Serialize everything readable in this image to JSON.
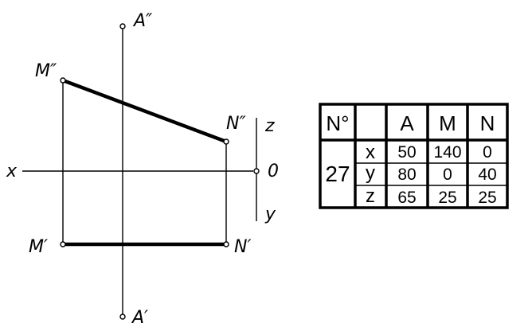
{
  "drawing": {
    "labels": {
      "a_front": "A″",
      "a_top": "A′",
      "m_front": "M″",
      "m_top": "M′",
      "n_front": "N″",
      "n_top": "N′",
      "x_axis": "x",
      "z_axis": "z",
      "y_axis": "y",
      "origin": "0"
    }
  },
  "table": {
    "header": [
      "N°",
      "",
      "A",
      "M",
      "N"
    ],
    "variant": "27",
    "rows": [
      {
        "coord": "x",
        "values": [
          "50",
          "140",
          "0"
        ]
      },
      {
        "coord": "y",
        "values": [
          "80",
          "0",
          "40"
        ]
      },
      {
        "coord": "z",
        "values": [
          "65",
          "25",
          "25"
        ]
      }
    ]
  }
}
